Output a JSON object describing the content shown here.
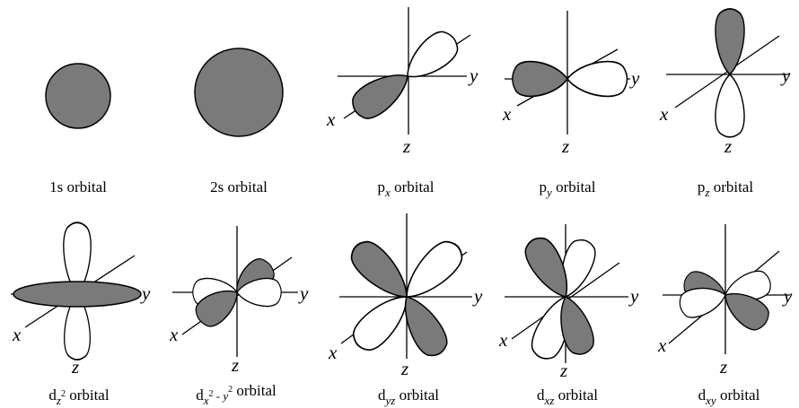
{
  "axis_labels": {
    "x": "x",
    "y": "y",
    "z": "z"
  },
  "captions": {
    "orb_1s": {
      "main": "1s orbital"
    },
    "orb_2s": {
      "main": "2s orbital"
    },
    "orb_px": {
      "base": "p",
      "sub": "x",
      "rest": " orbital"
    },
    "orb_py": {
      "base": "p",
      "sub": "y",
      "rest": " orbital"
    },
    "orb_pz": {
      "base": "p",
      "sub": "z",
      "rest": " orbital"
    },
    "orb_dz2": {
      "base": "d",
      "sub": "z",
      "sup": "2",
      "rest": " orbital"
    },
    "orb_dx2y2": {
      "base": "d",
      "sub1": "x",
      "sup1": "2",
      "mid": " - ",
      "sub2": "y",
      "sup2": "2",
      "rest": " orbital"
    },
    "orb_dyz": {
      "base": "d",
      "sub": "yz",
      "rest": " orbital"
    },
    "orb_dxz": {
      "base": "d",
      "sub": "xz",
      "rest": " orbital"
    },
    "orb_dxy": {
      "base": "d",
      "sub": "xy",
      "rest": " orbital"
    }
  },
  "colors": {
    "filled_lobe": "#7a7a7a",
    "empty_lobe": "#ffffff",
    "line": "#000000"
  }
}
